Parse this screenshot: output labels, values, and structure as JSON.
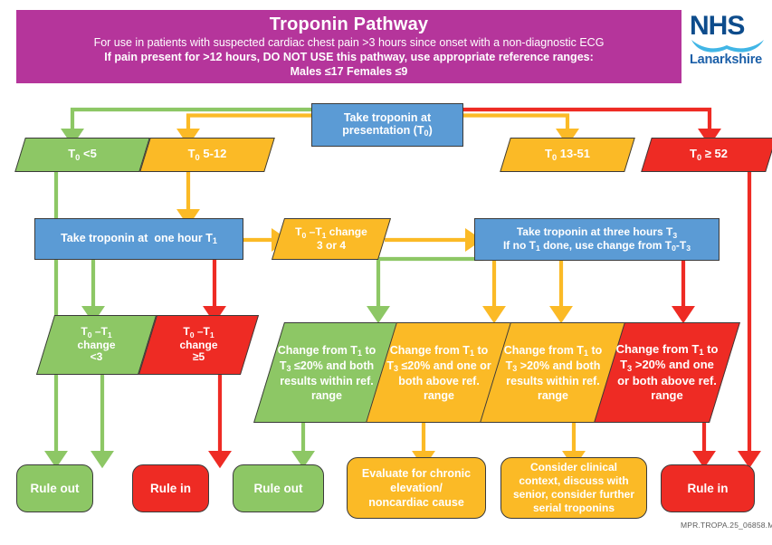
{
  "header": {
    "title": "Troponin Pathway",
    "line1": "For use in patients with suspected cardiac chest pain >3 hours since onset with a non-diagnostic ECG",
    "line2": "If pain present for >12 hours, DO NOT USE this pathway, use appropriate reference ranges:",
    "line3": "Males ≤17 Females ≤9",
    "bg_color": "#B5359B"
  },
  "logo": {
    "primary": "NHS",
    "secondary": "Lanarkshire",
    "primary_color": "#0D4C8C",
    "swoosh_color": "#41B6E6"
  },
  "colors": {
    "green": "#8DC765",
    "amber": "#FBBA26",
    "red": "#EE2B24",
    "blue": "#5B9BD5",
    "outline": "#3a3a3a"
  },
  "nodes": {
    "start": "Take troponin at presentation (T₀)",
    "t0_lt5": "T₀ <5",
    "t0_5_12": "T₀ 5-12",
    "t0_13_51": "T₀ 13-51",
    "t0_ge52": "T₀ ≥ 52",
    "take_t1": "Take troponin at  one hour T₁",
    "change_3or4": "T₀ –T₁ change 3 or 4",
    "take_t3_l1": "Take troponin at three hours T₃",
    "take_t3_l2": "If no T₁ done, use change from T₀-T₃",
    "change_lt3": "T₀ –T₁ change <3",
    "change_ge5": "T₀ –T₁ change ≥5",
    "crit_green": "Change from T₁ to T₃ ≤20% and both results within ref. range",
    "crit_amber1": "Change from T₁ to T₃ ≤20% and one or both above ref. range",
    "crit_amber2": "Change from T₁ to T₃ >20% and both results within ref. range",
    "crit_red": "Change from T₁ to T₃ >20% and one or both above ref. range",
    "rule_out_1": "Rule out",
    "rule_in_1": "Rule in",
    "rule_out_2": "Rule out",
    "evaluate": "Evaluate for chronic elevation/ noncardiac cause",
    "consider": "Consider clinical context, discuss with senior, consider further serial troponins",
    "rule_in_2": "Rule in"
  },
  "footer": {
    "code": "MPR.TROPA.25_06858.M"
  }
}
